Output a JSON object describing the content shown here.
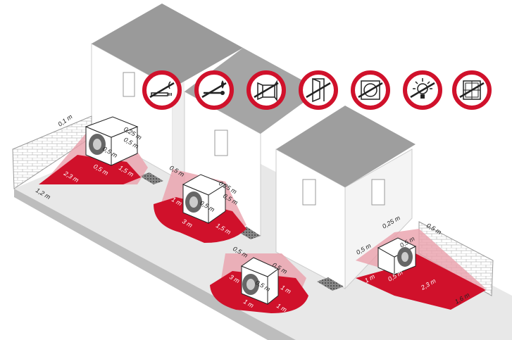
{
  "colors": {
    "accent": "#d0112b",
    "zone_light": "#eaa0ab",
    "roof": "#9a9a9a",
    "ground": "#e6e6e6",
    "wall": "#ffffff"
  },
  "prohibition_signs": [
    {
      "icon": "no-smoking-icon"
    },
    {
      "icon": "no-open-flame-icon"
    },
    {
      "icon": "no-open-window-icon"
    },
    {
      "icon": "no-door-icon"
    },
    {
      "icon": "no-ventilation-opening-icon"
    },
    {
      "icon": "no-light-icon"
    },
    {
      "icon": "no-window-icon"
    }
  ],
  "unit_left": {
    "wall": "0,1 m",
    "top": "0,25 m",
    "side": "0,5 m",
    "fan": "0,5 m",
    "front": "0,5 m",
    "right": "1,5 m",
    "depth": "2,3 m",
    "wall_len": "1,2 m"
  },
  "unit_middle": {
    "left": "0,5 m",
    "top": "0,25 m",
    "side": "0,5 m",
    "fan": "0,5 m",
    "front_left": "1 m",
    "front": "3 m",
    "right": "1,5 m"
  },
  "unit_front": {
    "left": "0,5 m",
    "top": "0,5 m",
    "fan": "0,5 m",
    "side_left": "3 m",
    "side_right": "1 m",
    "front_left": "1 m",
    "front_right": "1 m"
  },
  "unit_right": {
    "top": "0,25 m",
    "wall": "0,5 m",
    "left": "0,5 m",
    "fan": "0,5 m",
    "front_left": "1 m",
    "front": "0,5 m",
    "depth": "2,3 m",
    "wall_len": "1,6 m"
  }
}
